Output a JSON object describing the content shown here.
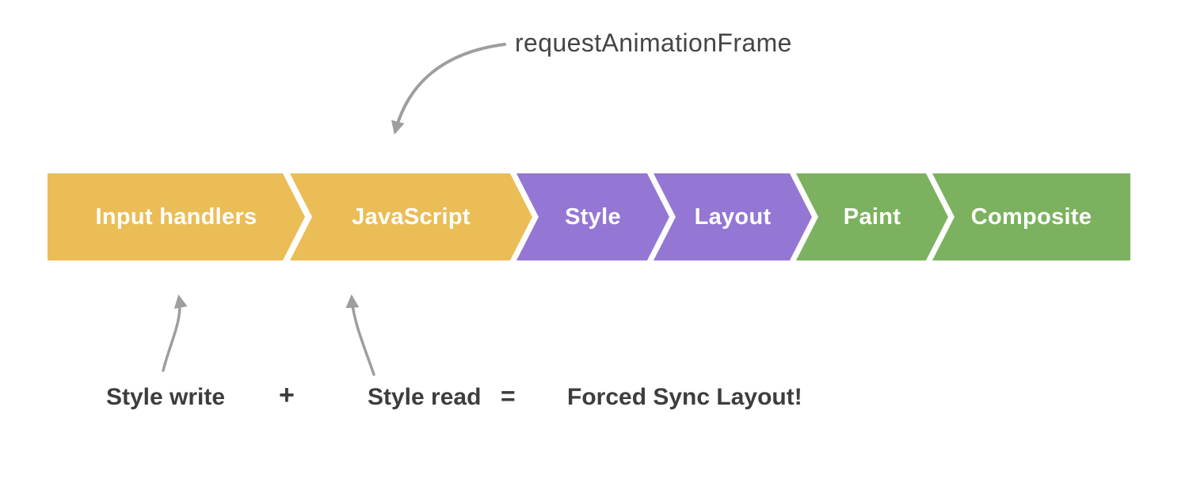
{
  "annotations": {
    "raf_label": "requestAnimationFrame",
    "equation": {
      "term1": "Style write",
      "operator_plus": "+",
      "term2": "Style read",
      "operator_equals": "=",
      "result": "Forced Sync Layout!"
    }
  },
  "pipeline": {
    "segments": [
      {
        "label": "Input handlers",
        "color": "#EABD56"
      },
      {
        "label": "JavaScript",
        "color": "#EABD56"
      },
      {
        "label": "Style",
        "color": "#9477D4"
      },
      {
        "label": "Layout",
        "color": "#9477D4"
      },
      {
        "label": "Paint",
        "color": "#7CB25F"
      },
      {
        "label": "Composite",
        "color": "#7CB25F"
      }
    ]
  },
  "colors": {
    "segment_text": "#FFFFFF",
    "annotation_text": "#454545",
    "arrow": "#9E9E9E",
    "background": "#FFFFFF"
  }
}
